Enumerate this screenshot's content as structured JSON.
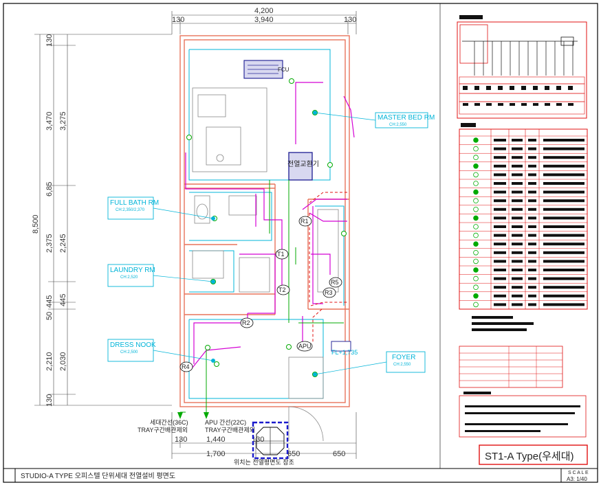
{
  "title_block": {
    "drawing_title": "STUDIO-A TYPE 오피스텔 단위세대 전열설비 평면도",
    "scale_label": "S C A L E",
    "scale_value": "A3: 1/40"
  },
  "type_box": {
    "label": "ST1-A Type(우세대)"
  },
  "dims": {
    "top_total": "4,200",
    "top_inner": "3,940",
    "top_left": "130",
    "top_right": "130",
    "left_total": "8,500",
    "left_outer": [
      "130",
      "3,470",
      "6,85",
      "2,375",
      "445",
      "50",
      "2,210",
      "130"
    ],
    "left_inner": [
      "3,275",
      "2,245",
      "445",
      "2,030"
    ],
    "bottom_1": [
      "130",
      "1,440",
      "130"
    ],
    "bottom_2": [
      "1,700",
      "650",
      "650"
    ]
  },
  "rooms": {
    "master": {
      "name": "MASTER BED RM",
      "sub": "CH:2,550"
    },
    "bath": {
      "name": "FULL BATH RM",
      "sub": "CH:2,350/2,370"
    },
    "laundry": {
      "name": "LAUNDRY RM",
      "sub": "CH:2,520"
    },
    "dress": {
      "name": "DRESS NOOK",
      "sub": "CH:2,500"
    },
    "foyer": {
      "name": "FOYER",
      "sub": "CH:2,550"
    }
  },
  "labels": {
    "fcu": "FCU",
    "erv": "전열교환기",
    "apu": "APU",
    "fl": "FL+1,735",
    "circuits": [
      "R1",
      "R2",
      "R3",
      "R4",
      "R5",
      "T1",
      "T2"
    ],
    "note_left_1": "세대간선(36C)",
    "note_left_2": "TRAY구간배관제외",
    "note_right_1": "APU 간선(22C)",
    "note_right_2": "TRAY구간배관제외",
    "note_bottom": "위치는 전열평면도 참조"
  },
  "colors": {
    "wall": "#e8735a",
    "room": "#00b4d8",
    "circuit": "#d400d4",
    "ground": "#00aa00",
    "legend": "#e01010",
    "apu_box": "#1a1acc"
  }
}
